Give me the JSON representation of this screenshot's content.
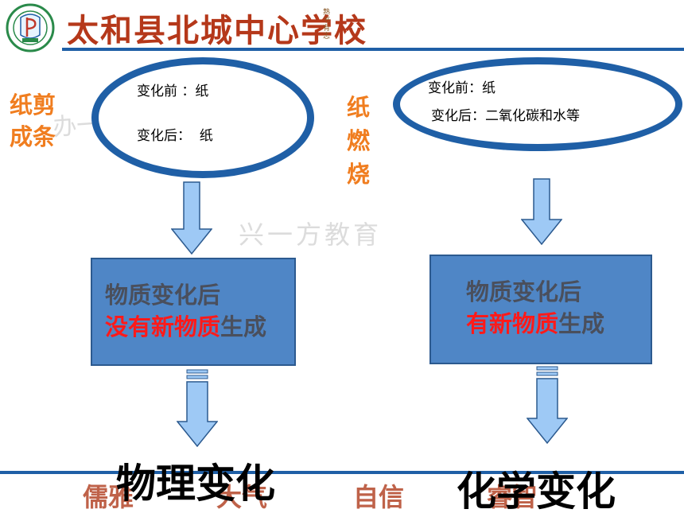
{
  "header": {
    "school_name": "太和县北城中心学校",
    "motto_small": "熟书有志"
  },
  "left": {
    "side_label": "纸剪\n成条",
    "ellipse_line1": "变化前 ：纸",
    "ellipse_line2": "变化后：  纸",
    "box_line1": "物质变化后",
    "box_line2_red": "没有新物质",
    "box_line2_rest": "生成",
    "result": "物理变化"
  },
  "right": {
    "side_label": "纸\n燃\n烧",
    "ellipse_line1": "变化前：纸",
    "ellipse_line2": "变化后：二氧化碳和水等",
    "box_line1": "物质变化后",
    "box_line2_red": "有新物质",
    "box_line2_rest": "生成",
    "result": "化学变化"
  },
  "watermarks": {
    "center": "兴一方教育",
    "left_faint": "办一所学校"
  },
  "bottom_motto": {
    "m1": "儒雅",
    "m2": "大气",
    "m3": "自信",
    "m4": "睿智"
  },
  "colors": {
    "rule": "#1f5fa6",
    "box": "#4f86c6",
    "arrow": "#9ec9f5",
    "side_label": "#f07d1f",
    "highlight": "#ff1a1a"
  }
}
